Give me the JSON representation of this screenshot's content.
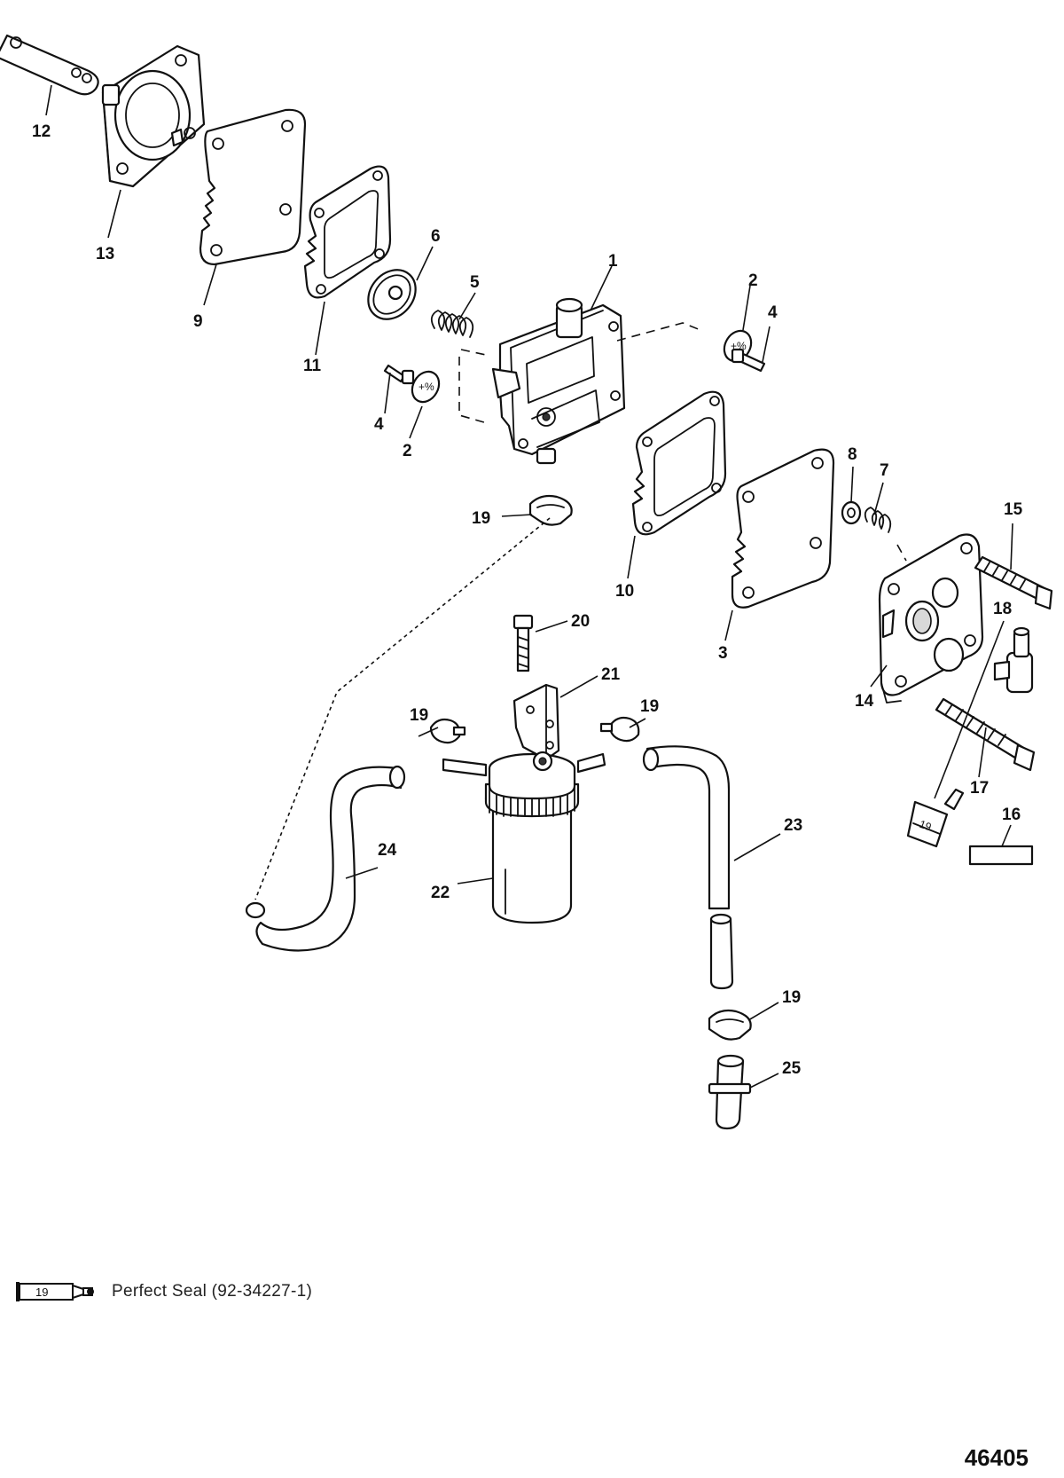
{
  "callouts": {
    "c1": "1",
    "c2a": "2",
    "c2b": "2",
    "c3": "3",
    "c4a": "4",
    "c4b": "4",
    "c5": "5",
    "c6": "6",
    "c7": "7",
    "c8": "8",
    "c9": "9",
    "c10": "10",
    "c11": "11",
    "c12": "12",
    "c13": "13",
    "c14": "14",
    "c15": "15",
    "c16": "16",
    "c17": "17",
    "c18": "18",
    "c19a": "19",
    "c19b": "19",
    "c19c": "19",
    "c19d": "19",
    "c20": "20",
    "c21": "21",
    "c22": "22",
    "c23": "23",
    "c24": "24",
    "c25": "25"
  },
  "tube_label": "19",
  "legend": {
    "tube_number": "19",
    "text": "Perfect Seal (92-34227-1)"
  },
  "figure_number": "46405"
}
